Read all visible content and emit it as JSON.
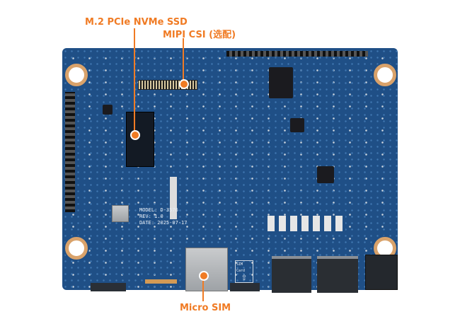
{
  "labels": {
    "m2": "M.2 PCIe NVMe SSD",
    "mipi": "MIPI CSI (选配)",
    "sim": "Micro SIM"
  },
  "board_silkscreen": {
    "model": "MODEL: D-3576",
    "rev": "REV: 1.0",
    "date": "DATE: 2025-07-17",
    "sim_card": "SIM Card"
  },
  "colors": {
    "accent": "#f07b24",
    "board": "#1f4f86"
  }
}
